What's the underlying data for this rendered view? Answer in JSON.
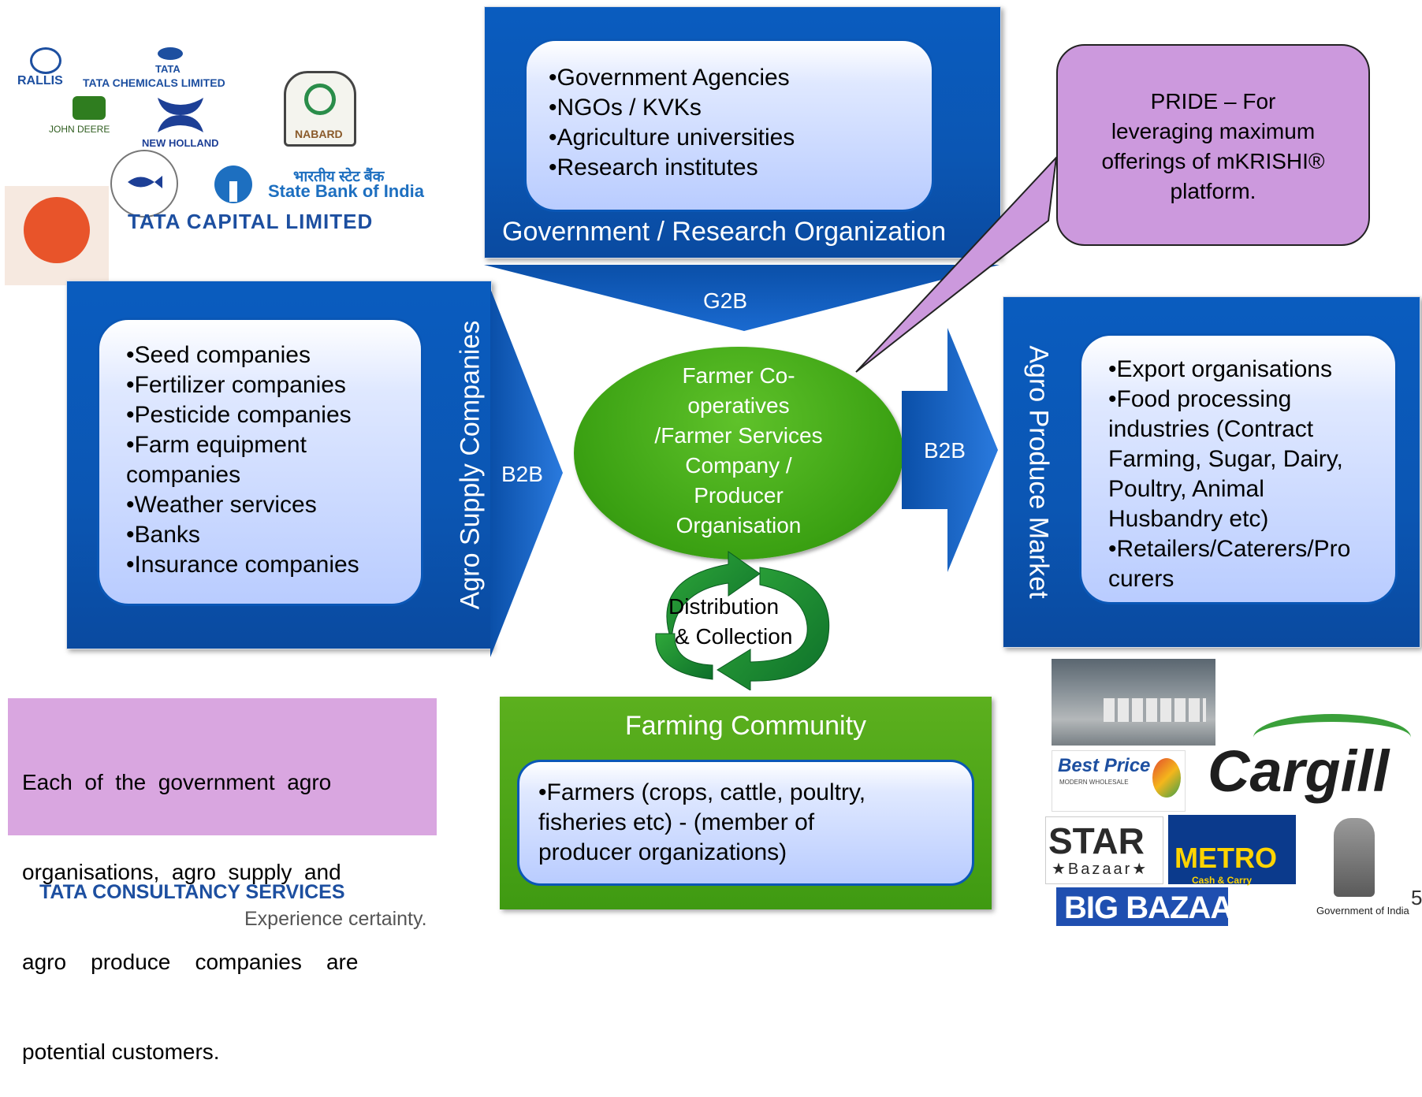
{
  "gov_box": {
    "items": [
      "•Government Agencies",
      "•NGOs / KVKs",
      "•Agriculture universities",
      "•Research institutes"
    ],
    "title": "Government / Research Organization"
  },
  "g2b_label": "G2B",
  "supply_box": {
    "items": [
      "•Seed companies",
      "•Fertilizer companies",
      "•Pesticide companies",
      "•Farm equipment",
      "companies",
      "•Weather services",
      "•Banks",
      "•Insurance companies"
    ],
    "title": "Agro Supply Companies"
  },
  "b2b_left_label": "B2B",
  "b2b_right_label": "B2B",
  "center_ellipse": {
    "lines": [
      "Farmer Co-",
      "operatives",
      "/Farmer Services",
      "Company /",
      "Producer",
      "Organisation"
    ]
  },
  "market_box": {
    "items": [
      "•Export organisations",
      "•Food processing",
      "industries (Contract",
      "Farming, Sugar, Dairy,",
      "Poultry, Animal",
      "Husbandry etc)",
      "•Retailers/Caterers/Pro",
      "curers"
    ],
    "title": "Agro Produce Market"
  },
  "callout": {
    "lines": [
      "PRIDE – For",
      "leveraging maximum",
      "offerings of mKRISHI®",
      "platform."
    ]
  },
  "cycle_label": {
    "line1": "Distribution",
    "line2": "& Collection"
  },
  "community_box": {
    "title": "Farming Community",
    "lines": [
      "•Farmers  (crops, cattle, poultry,",
      "fisheries etc)  -  (member of",
      "producer organizations)"
    ]
  },
  "note_box": {
    "lines": [
      "Each  of  the  government  agro",
      "organisations,  agro  supply  and",
      "agro    produce    companies    are",
      "potential customers."
    ]
  },
  "logos_left": {
    "rallis": "RALLIS",
    "tata_chemicals": "TATA CHEMICALS LIMITED",
    "tata_small": "TATA",
    "john_deere": "JOHN DEERE",
    "new_holland": "NEW HOLLAND",
    "nabard": "NABARD",
    "sbi_hindi": "भारतीय स्टेट बैंक",
    "sbi": "State Bank of India",
    "tata_capital": "TATA CAPITAL LIMITED"
  },
  "logos_right": {
    "best_price": "Best Price",
    "best_price_sub": "MODERN WHOLESALE",
    "cargill": "Cargill",
    "star": "STAR",
    "star_sub": "★Bazaar★",
    "metro": "METRO",
    "metro_sub": "Cash & Carry",
    "big_bazaar": "BIG BAZAAR",
    "goi": "Government of India"
  },
  "footer": {
    "tcs": "TATA CONSULTANCY SERVICES",
    "tagline": "Experience certainty.",
    "page_number": "5"
  },
  "colors": {
    "blue": "#0b57b5",
    "green": "#46a11a",
    "callout": "#cc99dd",
    "note": "#d9a6e0"
  }
}
